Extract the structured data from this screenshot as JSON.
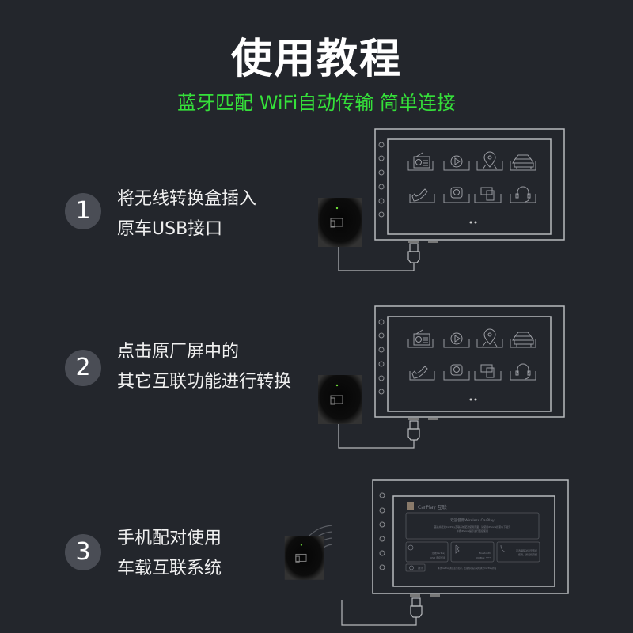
{
  "title": "使用教程",
  "subtitle": "蓝牙匹配 WiFi自动传输 简单连接",
  "steps": [
    {
      "number": "1",
      "lines": [
        "将无线转换盒插入",
        "原车USB接口"
      ]
    },
    {
      "number": "2",
      "lines": [
        "点击原厂屏中的",
        "其它互联功能进行转换"
      ]
    },
    {
      "number": "3",
      "lines": [
        "手机配对使用",
        "车载互联系统"
      ]
    }
  ],
  "screen_icons": [
    "radio-icon",
    "play-icon",
    "map-pin-icon",
    "car-icon",
    "phone-icon",
    "app-icon",
    "mirror-icon",
    "headset-icon"
  ],
  "carplay_screen": {
    "header": "CarPlay 互联",
    "welcome": "欢迎使用Wireless CarPlay",
    "intro_line1": "首先将无线CarPlay互联系统配对使用页面，请使用iPhone搜索以下蓝牙",
    "intro_line2": "并按iPhone提示进行连接使用",
    "card1": [
      "无线CarPlay",
      "USB 连接使用"
    ],
    "card2": [
      "Bluetooth",
      "QWBox_****"
    ],
    "card3": [
      "可选择配对蓝牙连接",
      "使用，通话和音频"
    ],
    "tip_button": "提示",
    "tip_text": "本次CarPlay通过蓝牙配对，连接成功后自动切换至CarPlay界面"
  },
  "colors": {
    "background": "#23262c",
    "accent_green": "#35e03a",
    "step_circle": "#4a4d55",
    "line": "#9a9ca2"
  }
}
